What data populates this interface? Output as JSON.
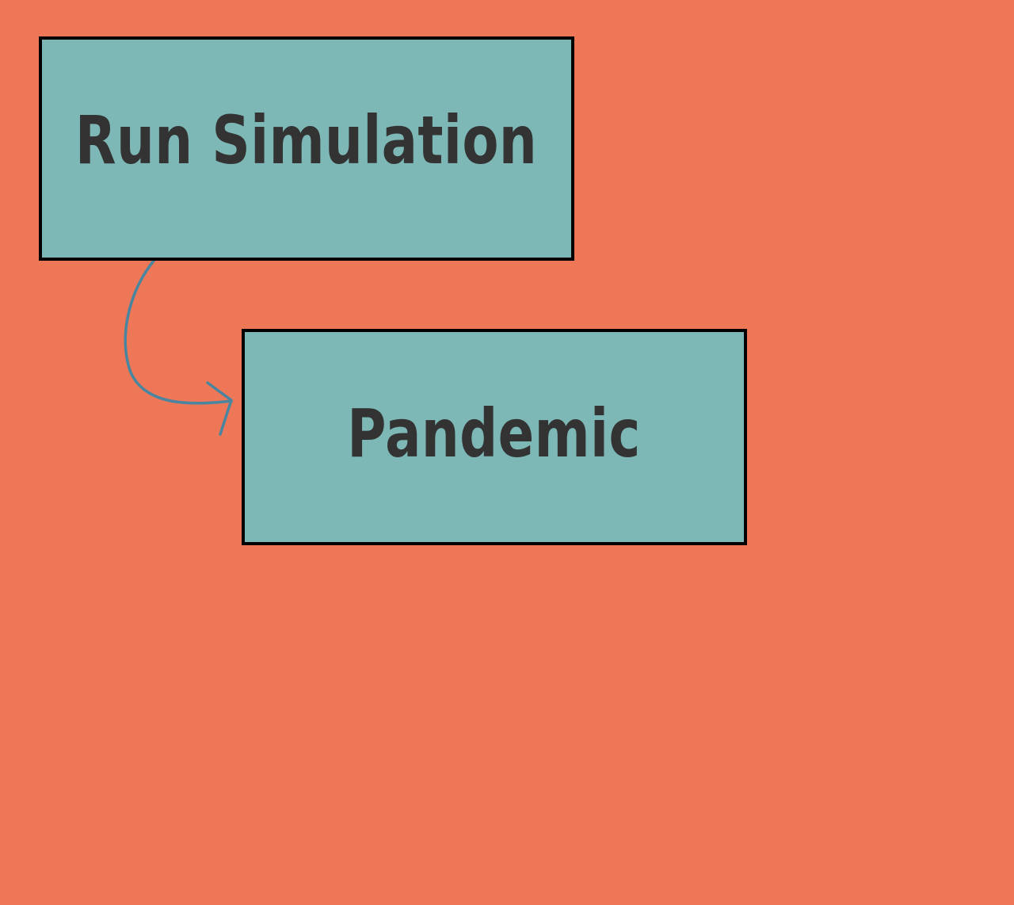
{
  "canvas": {
    "background_color": "#EE7758"
  },
  "nodes": {
    "run_simulation": {
      "label": "Run Simulation",
      "fill_color": "#7DB8B6",
      "border_color": "#000000",
      "text_color": "#333333"
    },
    "pandemic": {
      "label": "Pandemic",
      "fill_color": "#7DB8B6",
      "border_color": "#000000",
      "text_color": "#333333"
    }
  },
  "edges": [
    {
      "from": "run_simulation",
      "to": "pandemic",
      "style": "curved-arrow",
      "color": "#4A85A0"
    }
  ]
}
